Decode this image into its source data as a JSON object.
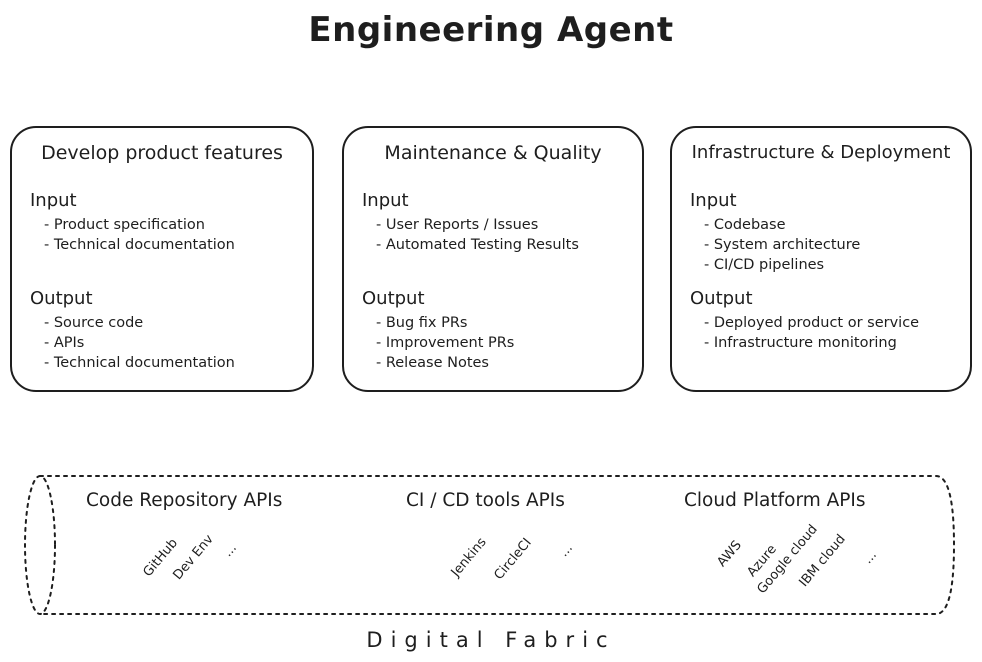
{
  "title": "Engineering Agent",
  "cards": [
    {
      "title": "Develop product features",
      "input_label": "Input",
      "inputs": [
        "- Product specification",
        "- Technical documentation"
      ],
      "output_label": "Output",
      "outputs": [
        "- Source code",
        "- APIs",
        "- Technical documentation"
      ]
    },
    {
      "title": "Maintenance & Quality",
      "input_label": "Input",
      "inputs": [
        "- User Reports / Issues",
        "- Automated Testing Results"
      ],
      "output_label": "Output",
      "outputs": [
        "- Bug fix PRs",
        "- Improvement PRs",
        "- Release Notes"
      ]
    },
    {
      "title": "Infrastructure & Deployment",
      "input_label": "Input",
      "inputs": [
        "- Codebase",
        "- System architecture",
        "- CI/CD pipelines"
      ],
      "output_label": "Output",
      "outputs": [
        "- Deployed product or service",
        "- Infrastructure monitoring"
      ]
    }
  ],
  "groups": [
    {
      "title": "Code Repository APIs",
      "tools": [
        "GitHub",
        "Dev Env",
        "..."
      ]
    },
    {
      "title": "CI / CD tools APIs",
      "tools": [
        "Jenkins",
        "CircleCI",
        "..."
      ]
    },
    {
      "title": "Cloud Platform APIs",
      "tools": [
        "AWS",
        "Azure",
        "Google cloud",
        "IBM cloud",
        "..."
      ]
    }
  ],
  "fabric_label": "Digital Fabric"
}
